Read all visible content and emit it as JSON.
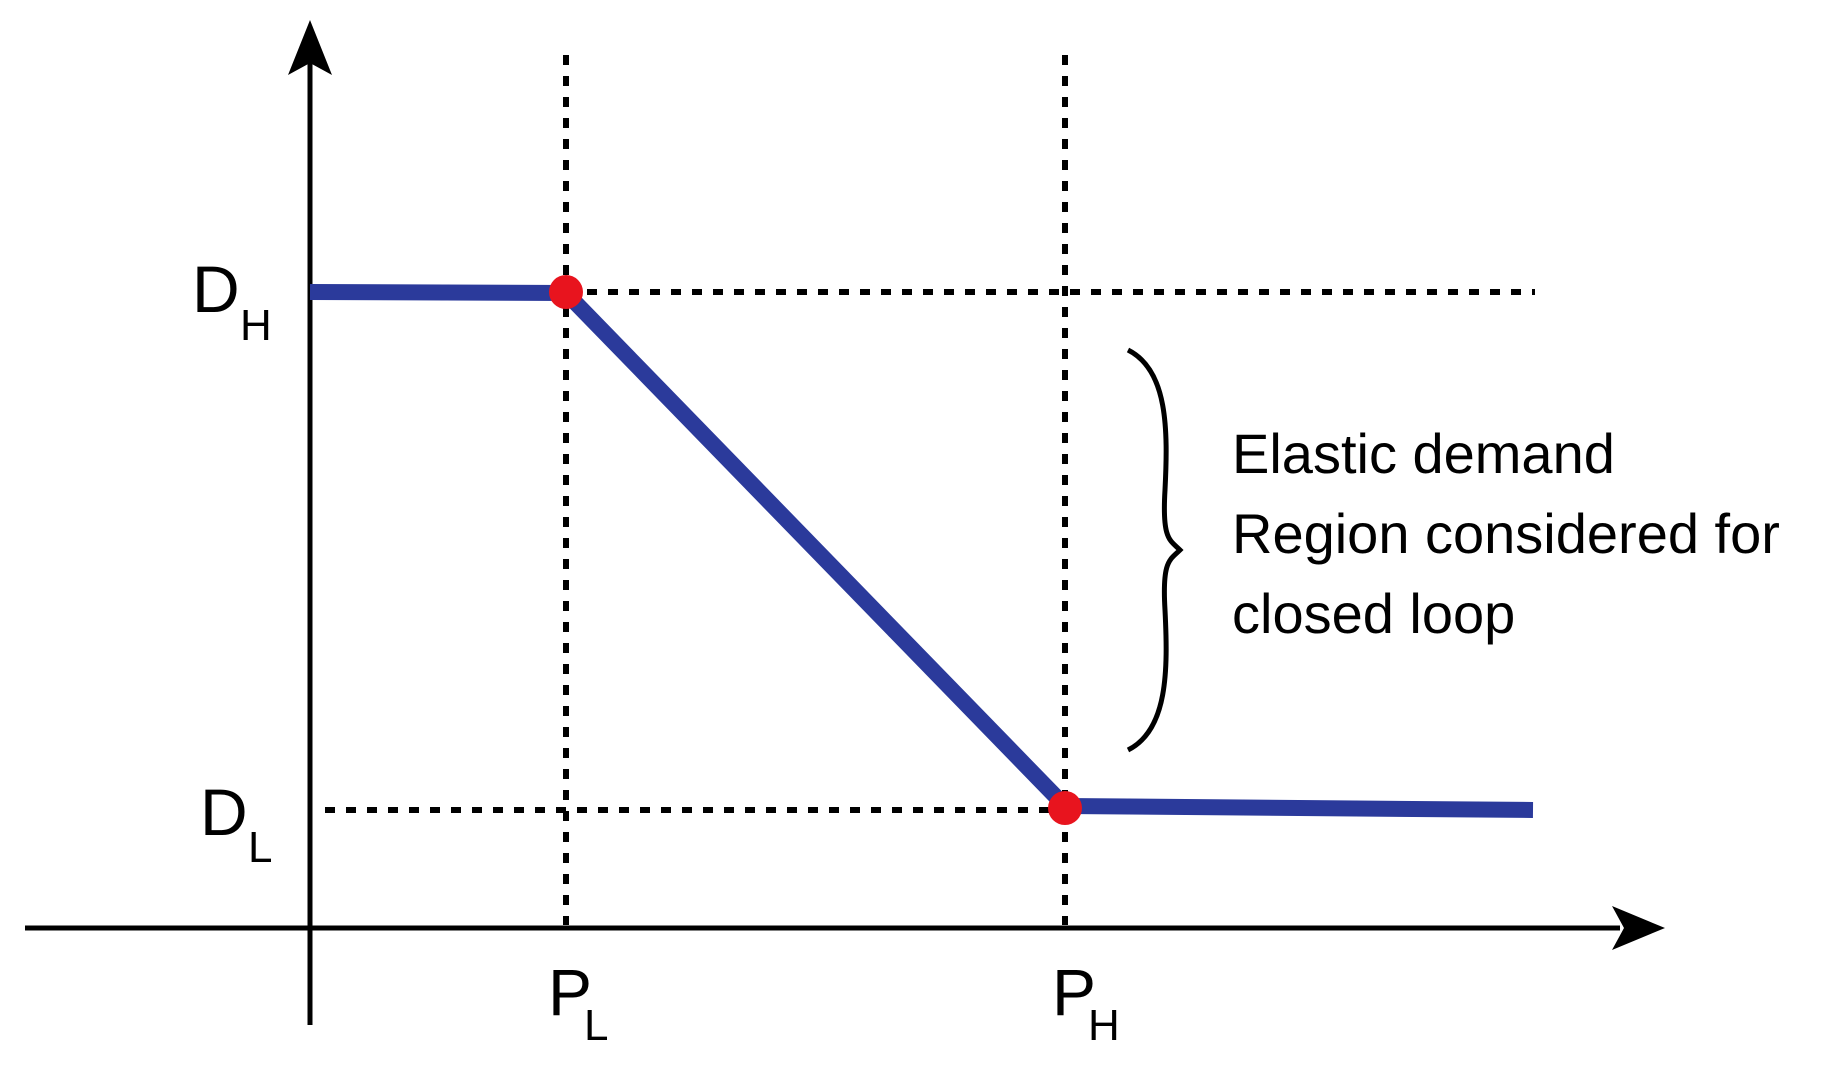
{
  "labels": {
    "d_high": {
      "main": "D",
      "sub": "H"
    },
    "d_low": {
      "main": "D",
      "sub": "L"
    },
    "p_low": {
      "main": "P",
      "sub": "L"
    },
    "p_high": {
      "main": "P",
      "sub": "H"
    }
  },
  "annotation": {
    "lines": [
      "Elastic demand",
      "Region considered for",
      "closed loop"
    ]
  },
  "colors": {
    "demand_curve": "#2b3a9b",
    "breakpoints": "#e8141e",
    "axes": "#000000",
    "guides": "#000000"
  },
  "curve": {
    "segments": [
      "flat at D_H for price below P_L",
      "linear decrease from (P_L, D_H) to (P_H, D_L)",
      "flat at D_L for price above P_H"
    ]
  }
}
